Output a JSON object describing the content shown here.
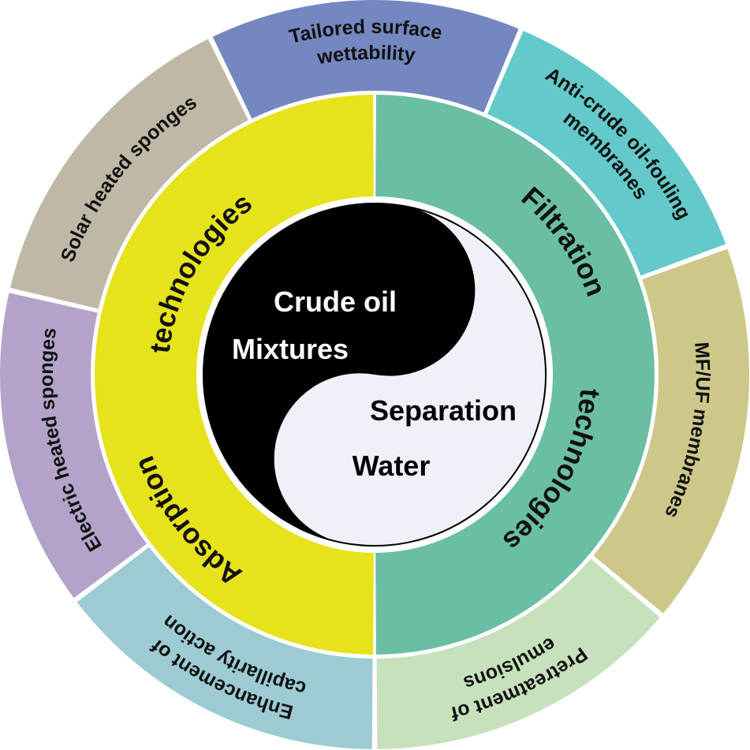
{
  "outer_segments": [
    {
      "id": "tailored",
      "lines": [
        "Tailored surface",
        "wettability"
      ],
      "color": "#7487c0"
    },
    {
      "id": "anti-crude",
      "lines": [
        "Anti-crude oil-fouling",
        "membranes"
      ],
      "color": "#63c9cb"
    },
    {
      "id": "mfuf",
      "lines": [
        "MF/UF membranes"
      ],
      "color": "#cdc78a"
    },
    {
      "id": "pretreatment",
      "lines": [
        "Pretreatment of",
        "emulsions"
      ],
      "color": "#c8e1bd"
    },
    {
      "id": "enhancement",
      "lines": [
        "Enhancement of",
        "capillarity action"
      ],
      "color": "#9ccbd3"
    },
    {
      "id": "electric",
      "lines": [
        "Electric heated sponges"
      ],
      "color": "#b3a3c9"
    },
    {
      "id": "solar",
      "lines": [
        "Solar heated sponges"
      ],
      "color": "#bfb8a6"
    }
  ],
  "inner_ring": {
    "adsorption": {
      "words": [
        "Adsorption",
        "technologies"
      ],
      "color": "#e6e21b"
    },
    "filtration": {
      "words": [
        "Filtration",
        "technologies"
      ],
      "color": "#6bbea6"
    }
  },
  "core": {
    "crude_oil": "Crude oil",
    "mixtures": "Mixtures",
    "separation": "Separation",
    "water": "Water",
    "dark_color": "#000000",
    "light_color": "#eef1f8"
  }
}
